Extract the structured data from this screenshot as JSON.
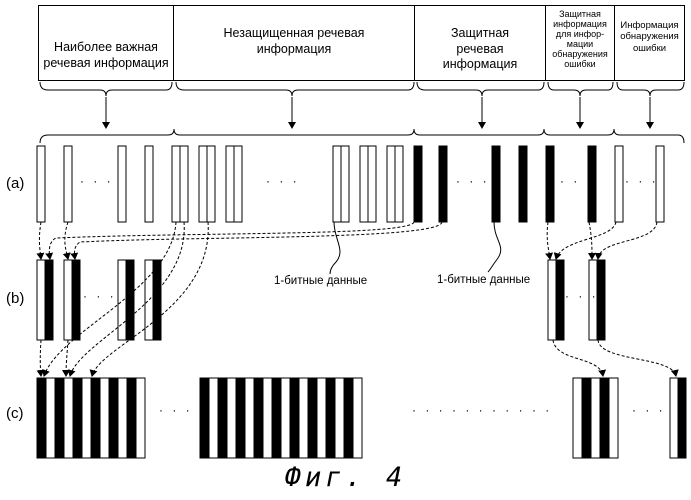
{
  "header": {
    "segments": [
      {
        "text": "Наиболее важная\nречевая информация",
        "icon": "none"
      },
      {
        "text": "Незащищенная речевая\nинформация",
        "icon": "none"
      },
      {
        "text": "Защитная\nречевая\nинформация",
        "icon": "none"
      },
      {
        "text": "Защитная\nинформация\nдля инфор-\nмации\nобнаружения\nошибки",
        "icon": "none"
      },
      {
        "text": "Информация\nобнаружения\nошибки",
        "icon": "none"
      }
    ]
  },
  "rows": {
    "a": "(a)",
    "b": "(b)",
    "c": "(c)"
  },
  "ellipsis": {
    "short": "· · ·",
    "long": "· · · · · · · · · · ·"
  },
  "annotations": {
    "one_bit_left": "1-битные данные",
    "one_bit_right": "1-битные данные"
  },
  "caption": "Фиг. 4",
  "colors": {
    "ink": "#000000",
    "paper": "#ffffff"
  }
}
